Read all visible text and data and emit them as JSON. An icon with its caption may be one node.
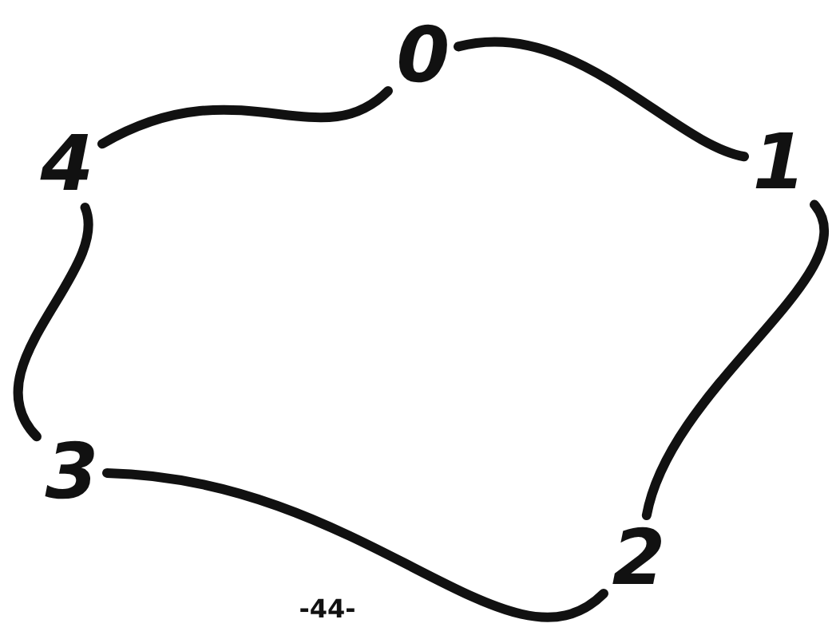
{
  "diagram": {
    "nodes": [
      {
        "text": [
          "0"
        ]
      },
      {
        "text": [
          "1"
        ]
      },
      {
        "text": [
          "2"
        ]
      },
      {
        "text": [
          "3"
        ]
      },
      {
        "text": [
          "4"
        ]
      }
    ],
    "edges": [
      {
        "from": 0,
        "to": 1,
        "arrow": "none"
      },
      {
        "from": 1,
        "to": 2,
        "arrow": "none"
      },
      {
        "from": 2,
        "to": 3,
        "arrow": "none"
      },
      {
        "from": 3,
        "to": 4,
        "arrow": "none"
      },
      {
        "from": 4,
        "to": 0,
        "arrow": "none"
      }
    ],
    "labels": [
      "-44-"
    ]
  }
}
